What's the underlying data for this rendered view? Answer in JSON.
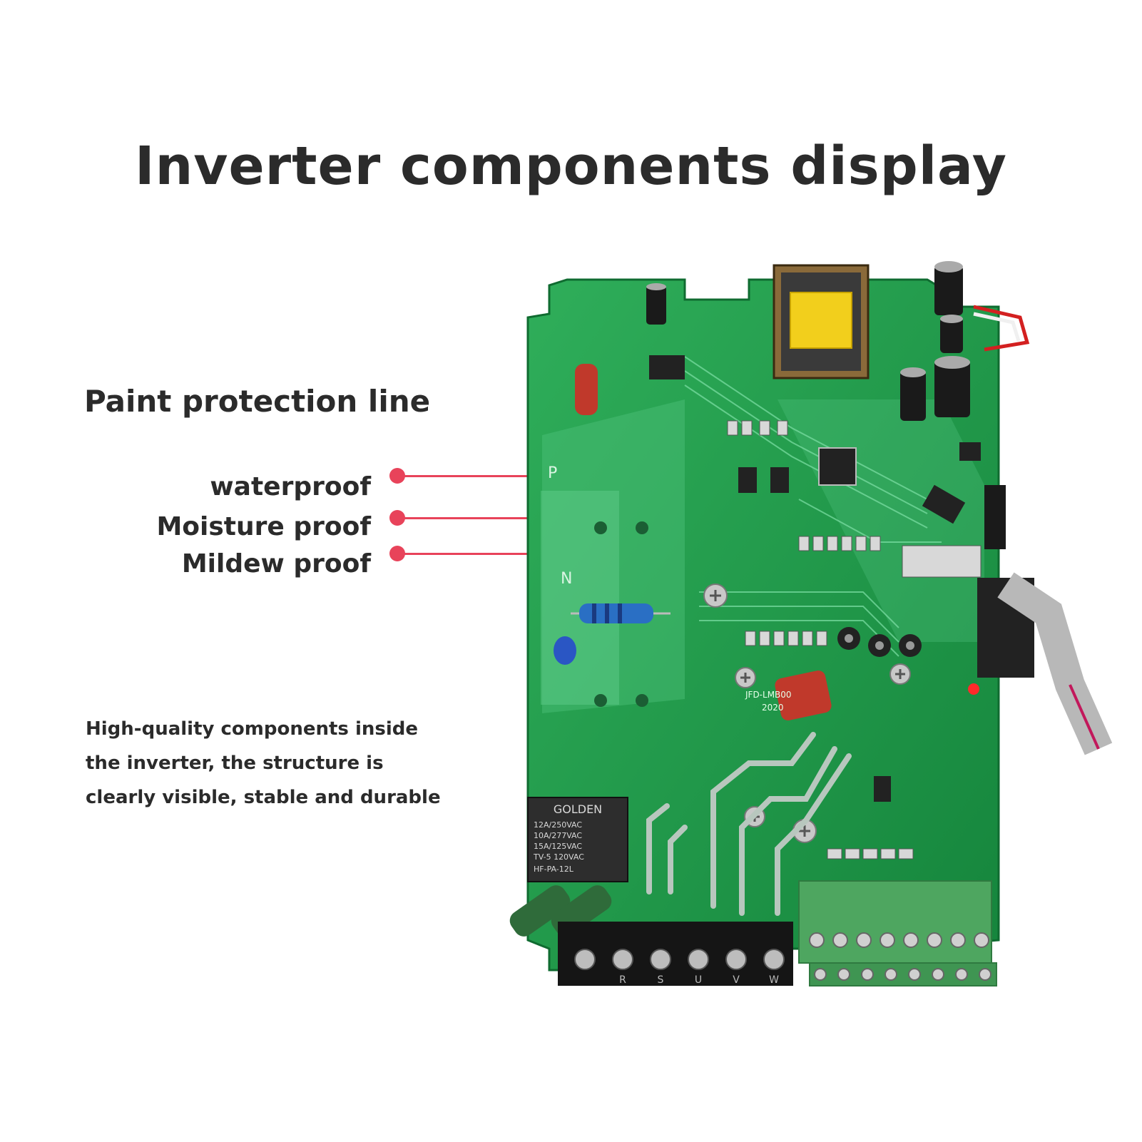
{
  "title": "Inverter components display",
  "subtitle": "Paint protection line",
  "features": [
    "waterproof",
    "Moisture proof",
    "Mildew proof"
  ],
  "description": [
    "High-quality components inside",
    "the inverter, the structure is",
    "clearly visible, stable and durable"
  ],
  "board_labels": {
    "relay_brand": "GOLDEN",
    "relay_line1": "12A/250VAC",
    "relay_line2": "10A/277VAC",
    "relay_line3": "15A/125VAC",
    "relay_line4": "TV-5 120VAC",
    "relay_model": "HF-PA-12L",
    "pcb_code": "JFD-LMB00",
    "pcb_year": "2020",
    "terminal_p": "P",
    "terminal_n": "N",
    "term_r": "R",
    "term_s": "S",
    "term_u": "U",
    "term_v": "V",
    "term_w": "W"
  },
  "colors": {
    "accent": "#e8435a",
    "pcb": "#1f9a4a",
    "pcb_light": "#3fb868",
    "text": "#2b2b2b"
  }
}
